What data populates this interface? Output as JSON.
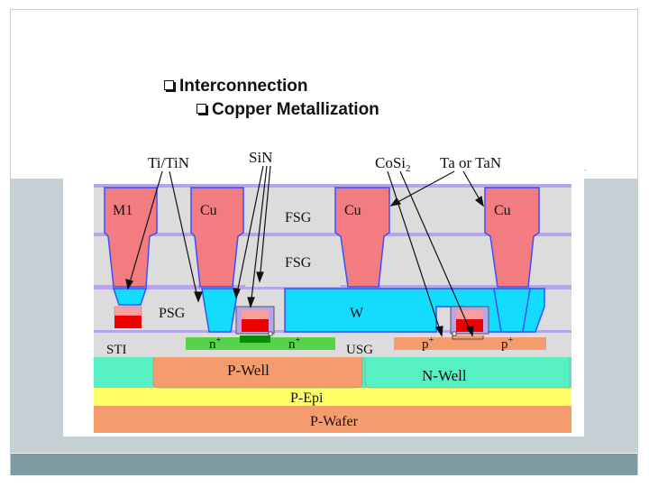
{
  "bullets": {
    "level1": "Interconnection",
    "level2": "Copper Metallization"
  },
  "diagram": {
    "callouts": {
      "titin": "Ti/TiN",
      "sin": "SiN",
      "cosi_base": "CoSi",
      "cosi_sub": "2",
      "tatan": "Ta or TaN"
    },
    "layers": {
      "m1": "M1",
      "cu1": "Cu",
      "cu2": "Cu",
      "cu3": "Cu",
      "fsg1": "FSG",
      "fsg2": "FSG",
      "psg": "PSG",
      "w": "W",
      "sti": "STI",
      "usg": "USG",
      "n1": "n",
      "n2": "n",
      "n_sup": "+",
      "p1": "p",
      "p_sup1": "+",
      "p2": "p",
      "p_sup2": "+",
      "pwell": "P-Well",
      "nwell": "N-Well",
      "pepi": "P-Epi",
      "pwafer": "P-Wafer"
    }
  },
  "colors": {
    "copper": "#f37c80",
    "fsg": "#dcdcdc",
    "barrier": "#4a64ff",
    "tungsten": "#13dcff",
    "n_well": "#57f0c2",
    "p_substrate": "#f59c6e",
    "p_epi": "#ffff66",
    "n_diffusion": "#55d24a",
    "gate": "#ef0000",
    "frame_band": "#c6d0d5",
    "bottom_bar": "#7f9ca3"
  }
}
